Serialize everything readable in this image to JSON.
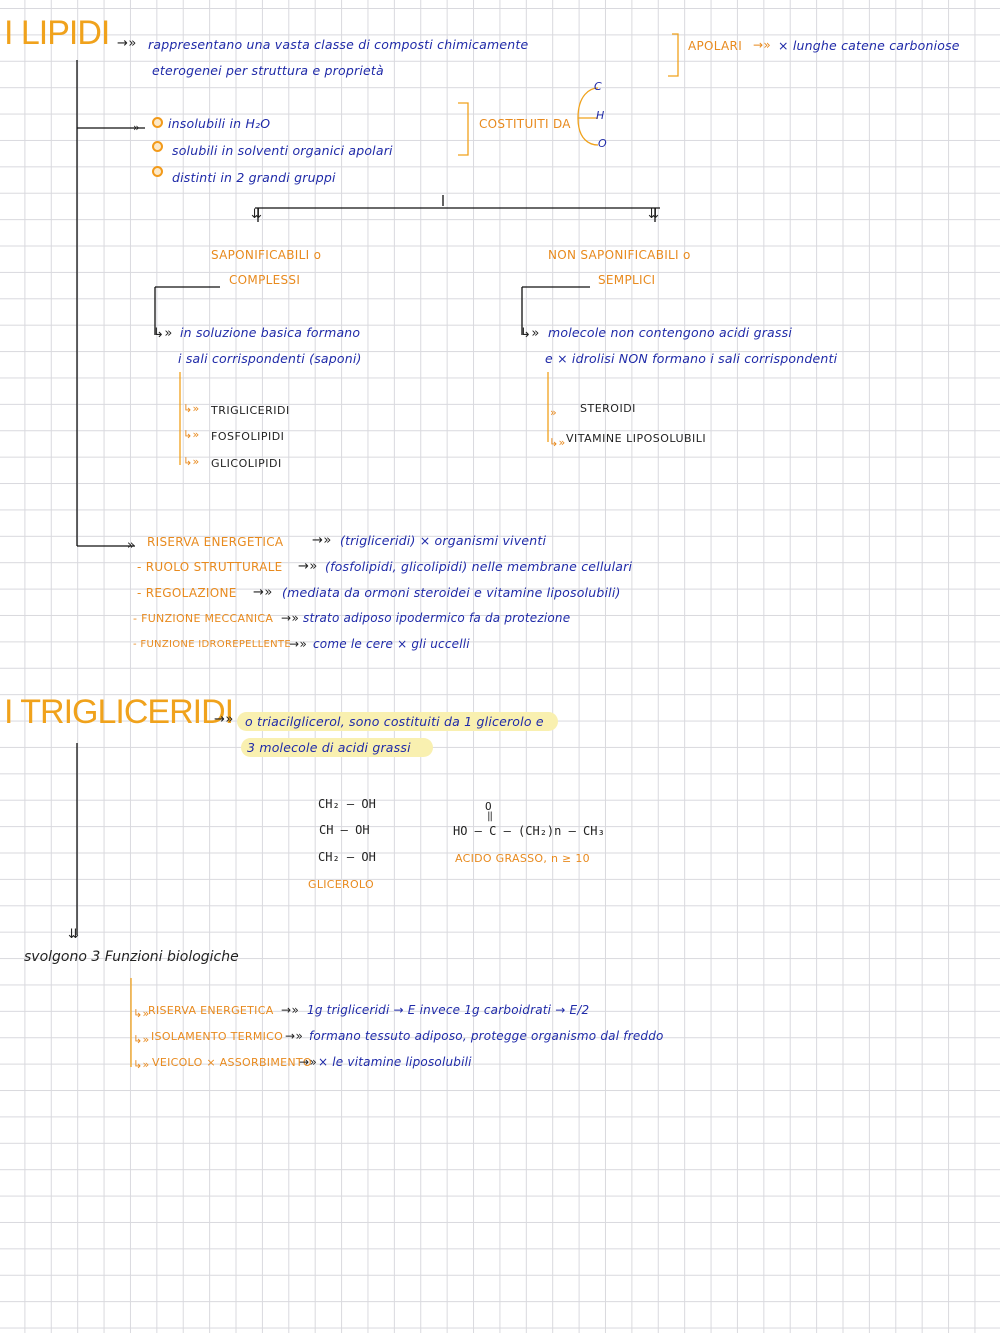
{
  "lipidi": {
    "title": "I LIPIDI",
    "def_arrow": "→»",
    "def_line1": "rappresentano una vasta classe di composti chimicamente",
    "def_line2": "eterogenei per struttura e proprietà",
    "apolari": "APOLARI",
    "apolari_arrow": "→»",
    "apolari_note": "× lunghe catene carboniose",
    "props": [
      "insolubili in H₂O",
      "solubili in solventi organici apolari",
      "distinti in 2 grandi gruppi"
    ],
    "costituiti": "COSTITUITI DA",
    "elements": [
      "C",
      "H",
      "O"
    ],
    "group_left": {
      "title1": "SAPONIFICABILI o",
      "title2": "COMPLESSI",
      "desc1": "in soluzione basica formano",
      "desc2": "i sali corrispondenti (saponi)",
      "items": [
        "TRIGLICERIDI",
        "FOSFOLIPIDI",
        "GLICOLIPIDI"
      ]
    },
    "group_right": {
      "title1": "NON SAPONIFICABILI o",
      "title2": "SEMPLICI",
      "desc1": "molecole non contengono acidi grassi",
      "desc2": "e × idrolisi NON formano i sali corrispondenti",
      "items": [
        "STEROIDI",
        "VITAMINE LIPOSOLUBILI"
      ]
    },
    "functions": [
      {
        "name": "RISERVA ENERGETICA",
        "desc": "(trigliceridi) × organismi viventi"
      },
      {
        "name": "RUOLO STRUTTURALE",
        "desc": "(fosfolipidi, glicolipidi) nelle membrane cellulari"
      },
      {
        "name": "REGOLAZIONE",
        "desc": "(mediata da ormoni steroidei e vitamine liposolubili)"
      },
      {
        "name": "FUNZIONE MECCANICA",
        "desc": "strato adiposo ipodermico fa da protezione"
      },
      {
        "name": "FUNZIONE IDROREPELLENTE",
        "desc": "come le cere × gli uccelli"
      }
    ]
  },
  "trigliceridi": {
    "title": "I TRIGLICERIDI",
    "def_line1": "o triacilglicerol, sono costituiti da 1 glicerolo e",
    "def_line2": "3 molecole di acidi grassi",
    "glicerolo": [
      "CH₂ – OH",
      "CH – OH",
      "CH₂ – OH"
    ],
    "glicerolo_label": "GLICEROLO",
    "acido_o": "O",
    "acido_formula": "HO – C – (CH₂)n – CH₃",
    "acido_label": "ACIDO GRASSO, n ≥ 10",
    "funzioni_title": "svolgono 3 Funzioni biologiche",
    "funzioni": [
      {
        "name": "RISERVA ENERGETICA",
        "desc": "1g trigliceridi → E invece 1g carboidrati → E/2"
      },
      {
        "name": "ISOLAMENTO TERMICO",
        "desc": "formano tessuto adiposo, protegge organismo dal freddo"
      },
      {
        "name": "VEICOLO × ASSORBIMENTO",
        "desc": "× le vitamine liposolubili"
      }
    ]
  },
  "colors": {
    "title": "#f0a21c",
    "orange": "#e88a1e",
    "blue": "#1f2aa8",
    "highlight": "#f9f0b0"
  }
}
